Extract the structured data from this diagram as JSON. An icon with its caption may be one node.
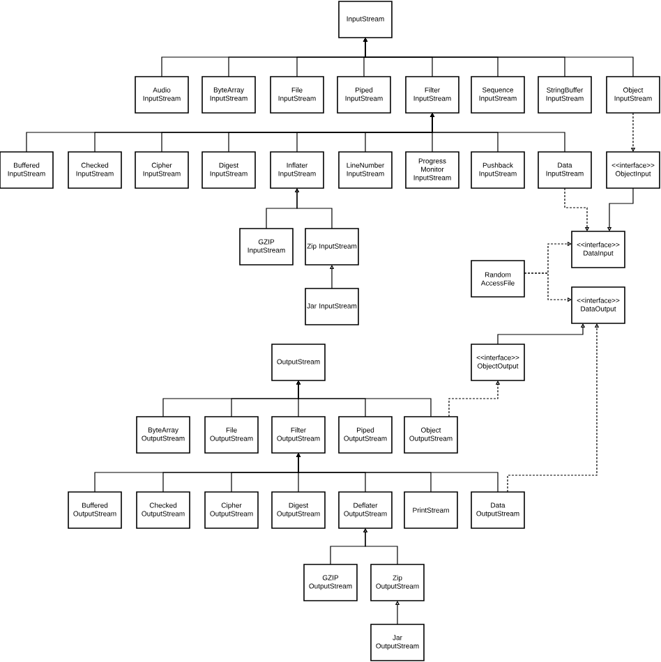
{
  "diagram": {
    "nodes": [
      {
        "text": [
          "InputStream"
        ]
      },
      {
        "text": [
          "Audio InputStream"
        ]
      },
      {
        "text": [
          "ByteArray InputStream"
        ]
      },
      {
        "text": [
          "File InputStream"
        ]
      },
      {
        "text": [
          "Piped InputStream"
        ]
      },
      {
        "text": [
          "Filter InputStream"
        ]
      },
      {
        "text": [
          "Sequence InputStream"
        ]
      },
      {
        "text": [
          "StringBuffer InputStream"
        ]
      },
      {
        "text": [
          "Object InputStream"
        ]
      },
      {
        "text": [
          "Buffered InputStream"
        ]
      },
      {
        "text": [
          "Checked InputStream"
        ]
      },
      {
        "text": [
          "Cipher InputStream"
        ]
      },
      {
        "text": [
          "Digest InputStream"
        ]
      },
      {
        "text": [
          "Inflater InputStream"
        ]
      },
      {
        "text": [
          "LineNumber InputStream"
        ]
      },
      {
        "text": [
          "Progress Monitor InputStream"
        ]
      },
      {
        "text": [
          "Pushback InputStream"
        ]
      },
      {
        "text": [
          "Data InputStream"
        ]
      },
      {
        "text": [
          "<<interface>> ObjectInput"
        ]
      },
      {
        "text": [
          "GZIP InputStream"
        ]
      },
      {
        "text": [
          "Zip InputStream"
        ]
      },
      {
        "text": [
          "Jar InputStream"
        ]
      },
      {
        "text": [
          "<<interface>> DataInput"
        ]
      },
      {
        "text": [
          "Random AccessFile"
        ]
      },
      {
        "text": [
          "<<interface>> DataOutput"
        ]
      },
      {
        "text": [
          "OutputStream"
        ]
      },
      {
        "text": [
          "<<interface>> ObjectOutput"
        ]
      },
      {
        "text": [
          "ByteArray OutputStream"
        ]
      },
      {
        "text": [
          "File OutputStream"
        ]
      },
      {
        "text": [
          "Filter OutputStream"
        ]
      },
      {
        "text": [
          "Piped OutputStream"
        ]
      },
      {
        "text": [
          "Object OutputStream"
        ]
      },
      {
        "text": [
          "Buffered OutputStream"
        ]
      },
      {
        "text": [
          "Checked OutputStream"
        ]
      },
      {
        "text": [
          "Cipher OutputStream"
        ]
      },
      {
        "text": [
          "Digest OutputStream"
        ]
      },
      {
        "text": [
          "Deflater OutputStream"
        ]
      },
      {
        "text": [
          "PrintStream"
        ]
      },
      {
        "text": [
          "Data OutputStream"
        ]
      },
      {
        "text": [
          "GZIP OutputStream"
        ]
      },
      {
        "text": [
          "Zip OutputStream"
        ]
      },
      {
        "text": [
          "Jar OutputStream"
        ]
      }
    ],
    "edges": [
      {
        "from": 1,
        "to": 0,
        "arrow": "to"
      },
      {
        "from": 2,
        "to": 0,
        "arrow": "to"
      },
      {
        "from": 3,
        "to": 0,
        "arrow": "to"
      },
      {
        "from": 4,
        "to": 0,
        "arrow": "to"
      },
      {
        "from": 5,
        "to": 0,
        "arrow": "to"
      },
      {
        "from": 6,
        "to": 0,
        "arrow": "to"
      },
      {
        "from": 7,
        "to": 0,
        "arrow": "to"
      },
      {
        "from": 8,
        "to": 0,
        "arrow": "to"
      },
      {
        "from": 9,
        "to": 5,
        "arrow": "to"
      },
      {
        "from": 10,
        "to": 5,
        "arrow": "to"
      },
      {
        "from": 11,
        "to": 5,
        "arrow": "to"
      },
      {
        "from": 12,
        "to": 5,
        "arrow": "to"
      },
      {
        "from": 13,
        "to": 5,
        "arrow": "to"
      },
      {
        "from": 14,
        "to": 5,
        "arrow": "to"
      },
      {
        "from": 15,
        "to": 5,
        "arrow": "to"
      },
      {
        "from": 16,
        "to": 5,
        "arrow": "to"
      },
      {
        "from": 17,
        "to": 5,
        "arrow": "to"
      },
      {
        "from": 19,
        "to": 13,
        "arrow": "to"
      },
      {
        "from": 20,
        "to": 13,
        "arrow": "to"
      },
      {
        "from": 21,
        "to": 20,
        "arrow": "to"
      },
      {
        "from": 8,
        "to": 18,
        "arrow": "to",
        "style": "dashed"
      },
      {
        "from": 18,
        "to": 22,
        "arrow": "to"
      },
      {
        "from": 17,
        "to": 22,
        "arrow": "to",
        "style": "dashed"
      },
      {
        "from": 23,
        "to": 22,
        "arrow": "to",
        "style": "dashed"
      },
      {
        "from": 23,
        "to": 24,
        "arrow": "to",
        "style": "dashed"
      },
      {
        "from": 26,
        "to": 24,
        "arrow": "to"
      },
      {
        "from": 27,
        "to": 25,
        "arrow": "to"
      },
      {
        "from": 28,
        "to": 25,
        "arrow": "to"
      },
      {
        "from": 29,
        "to": 25,
        "arrow": "to"
      },
      {
        "from": 30,
        "to": 25,
        "arrow": "to"
      },
      {
        "from": 31,
        "to": 25,
        "arrow": "to"
      },
      {
        "from": 31,
        "to": 26,
        "arrow": "to",
        "style": "dashed"
      },
      {
        "from": 32,
        "to": 29,
        "arrow": "to"
      },
      {
        "from": 33,
        "to": 29,
        "arrow": "to"
      },
      {
        "from": 34,
        "to": 29,
        "arrow": "to"
      },
      {
        "from": 35,
        "to": 29,
        "arrow": "to"
      },
      {
        "from": 36,
        "to": 29,
        "arrow": "to"
      },
      {
        "from": 37,
        "to": 29,
        "arrow": "to"
      },
      {
        "from": 38,
        "to": 29,
        "arrow": "to"
      },
      {
        "from": 38,
        "to": 24,
        "arrow": "to",
        "style": "dashed"
      },
      {
        "from": 39,
        "to": 36,
        "arrow": "to"
      },
      {
        "from": 40,
        "to": 36,
        "arrow": "to"
      },
      {
        "from": 41,
        "to": 40,
        "arrow": "to"
      }
    ]
  }
}
